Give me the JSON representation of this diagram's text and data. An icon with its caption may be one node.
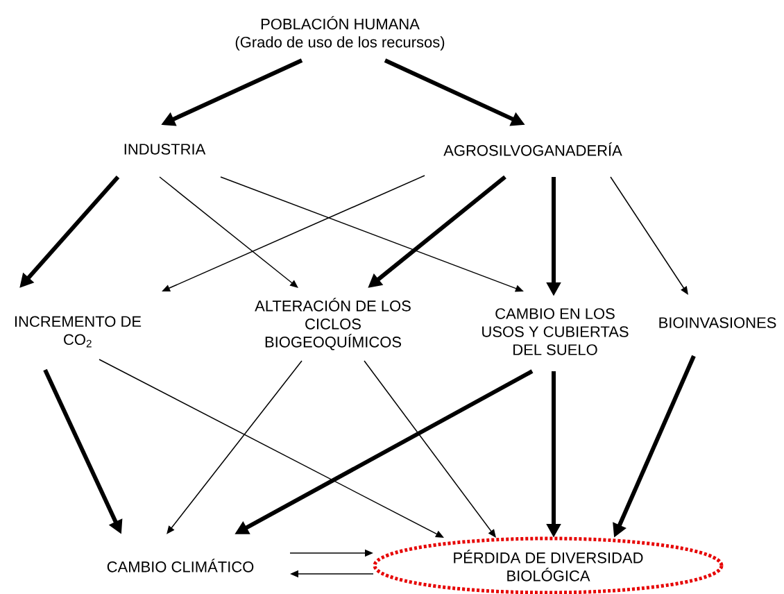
{
  "diagram": {
    "nodes": [
      {
        "text": [
          "POBLACIÓN HUMANA",
          "(Grado de uso de los recursos)"
        ]
      },
      {
        "text": [
          "INDUSTRIA"
        ]
      },
      {
        "text": [
          "AGROSILVOGANADERÍA"
        ]
      },
      {
        "text": [
          "INCREMENTO DE CO$_{2}$"
        ]
      },
      {
        "text": [
          "ALTERACIÓN DE LOS CICLOS BIOGEOQUÍMICOS"
        ]
      },
      {
        "text": [
          "CAMBIO EN LOS USOS Y CUBIERTAS DEL SUELO"
        ]
      },
      {
        "text": [
          "BIOINVASIONES"
        ]
      },
      {
        "text": [
          "CAMBIO CLIMÁTICO"
        ]
      },
      {
        "text": [
          "PÉRDIDA DE DIVERSIDAD BIOLÓGICA"
        ]
      }
    ],
    "edges": [
      {
        "from": 0,
        "to": 1,
        "arrow": "to",
        "style": "thick"
      },
      {
        "from": 0,
        "to": 2,
        "arrow": "to",
        "style": "thick"
      },
      {
        "from": 1,
        "to": 3,
        "arrow": "to",
        "style": "thick"
      },
      {
        "from": 1,
        "to": 4,
        "arrow": "to"
      },
      {
        "from": 1,
        "to": 5,
        "arrow": "to"
      },
      {
        "from": 2,
        "to": 3,
        "arrow": "to"
      },
      {
        "from": 2,
        "to": 4,
        "arrow": "to",
        "style": "thick"
      },
      {
        "from": 2,
        "to": 5,
        "arrow": "to",
        "style": "thick"
      },
      {
        "from": 2,
        "to": 6,
        "arrow": "to"
      },
      {
        "from": 3,
        "to": 7,
        "arrow": "to",
        "style": "thick"
      },
      {
        "from": 3,
        "to": 8,
        "arrow": "to"
      },
      {
        "from": 4,
        "to": 7,
        "arrow": "to"
      },
      {
        "from": 4,
        "to": 8,
        "arrow": "to"
      },
      {
        "from": 5,
        "to": 7,
        "arrow": "to",
        "style": "thick"
      },
      {
        "from": 5,
        "to": 8,
        "arrow": "to",
        "style": "thick"
      },
      {
        "from": 6,
        "to": 8,
        "arrow": "to",
        "style": "thick"
      },
      {
        "from": 7,
        "to": 8,
        "arrow": "to"
      },
      {
        "from": 8,
        "to": 7,
        "arrow": "to"
      }
    ]
  }
}
